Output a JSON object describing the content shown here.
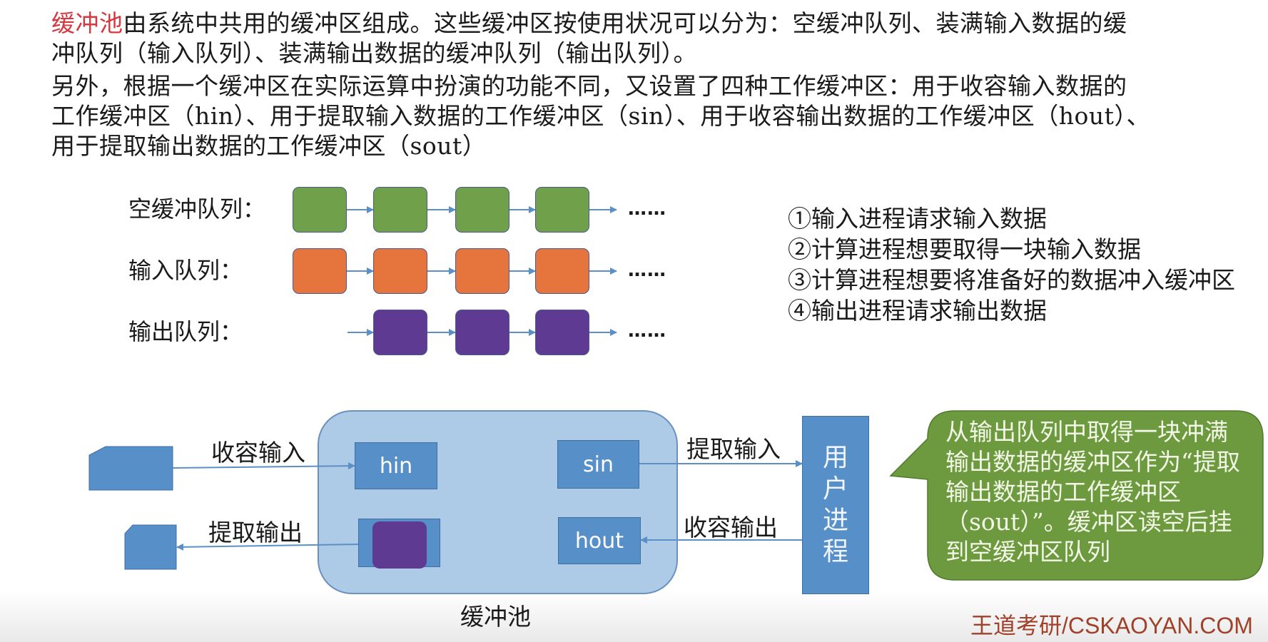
{
  "intro": {
    "highlight": "缓冲池",
    "paragraph1_rest": "由系统中共用的缓冲区组成。这些缓冲区按使用状况可以分为：空缓冲队列、装满输入数据的缓冲队列（输入队列）、装满输出数据的缓冲队列（输出队列）。",
    "paragraph2": "另外，根据一个缓冲区在实际运算中扮演的功能不同，又设置了四种工作缓冲区：用于收容输入数据的工作缓冲区（hin）、用于提取输入数据的工作缓冲区（sin）、用于收容输出数据的工作缓冲区（hout）、用于提取输出数据的工作缓冲区（sout）"
  },
  "queues": [
    {
      "label": "空缓冲队列：",
      "color": "#70a04a",
      "count": 4,
      "ellipsis": "……"
    },
    {
      "label": "输入队列：",
      "color": "#e5743d",
      "count": 4,
      "ellipsis": "……"
    },
    {
      "label": "输出队列：",
      "color": "#5e3a92",
      "count": 3,
      "ellipsis": "……"
    }
  ],
  "steps": [
    "①输入进程请求输入数据",
    "②计算进程想要取得一块输入数据",
    "③计算进程想要将准备好的数据冲入缓冲区",
    "④输出进程请求输出数据"
  ],
  "pool": {
    "label": "缓冲池",
    "hin": "hin",
    "sin": "sin",
    "hout": "hout",
    "sout": ""
  },
  "edges": {
    "receive_input": "收容输入",
    "extract_output": "提取输出",
    "extract_input": "提取输入",
    "receive_output": "收容输出"
  },
  "user_process": [
    "用",
    "户",
    "进",
    "程"
  ],
  "callout": "从输出队列中取得一块冲满输出数据的缓冲区作为“提取输出数据的工作缓冲区（sout）”。缓冲区读空后挂到空缓冲区队列",
  "watermark": "王道考研/CSKAOYAN.COM",
  "colors": {
    "highlight": "#d6383f",
    "pool_fill": "#adcbe6",
    "box_fill": "#578fc9",
    "callout_fill": "#6e9a3f",
    "arrow": "#5b8fc8",
    "watermark": "#a0412a"
  }
}
